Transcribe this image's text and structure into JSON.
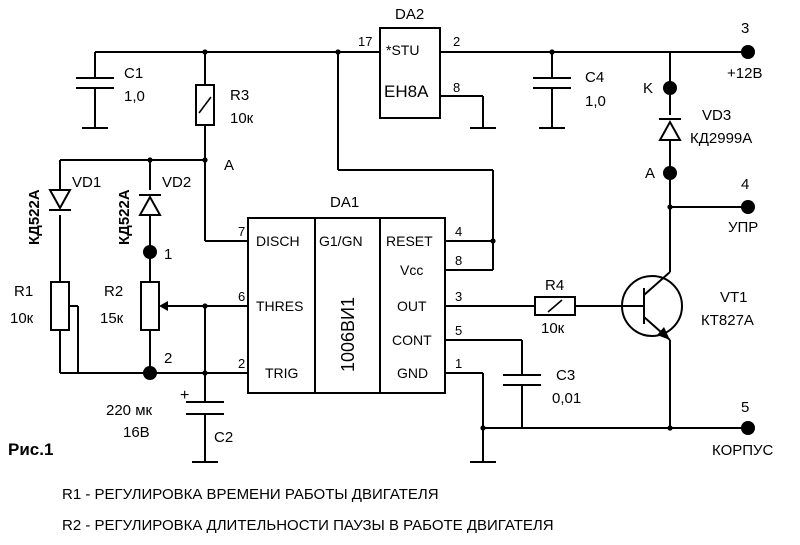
{
  "figure_caption": "Рис.1",
  "notes": [
    "R1 - РЕГУЛИРОВКА ВРЕМЕНИ РАБОТЫ ДВИГАТЕЛЯ",
    "R2 - РЕГУЛИРОВКА ДЛИТЕЛЬНОСТИ ПАУЗЫ В РАБОТЕ ДВИГАТЕЛЯ"
  ],
  "components": {
    "c1": {
      "ref": "C1",
      "value": "1,0"
    },
    "r3": {
      "ref": "R3",
      "value": "10к"
    },
    "c4": {
      "ref": "C4",
      "value": "1,0"
    },
    "vd1": {
      "ref": "VD1",
      "type": "КД522А"
    },
    "vd2": {
      "ref": "VD2",
      "type": "КД522А"
    },
    "vd3": {
      "ref": "VD3",
      "type": "КД2999А"
    },
    "r1": {
      "ref": "R1",
      "value": "10к"
    },
    "r2": {
      "ref": "R2",
      "value": "15к"
    },
    "c2": {
      "ref": "C2",
      "value": "220 мк",
      "voltage": "16В",
      "polarity": "+"
    },
    "r4": {
      "ref": "R4",
      "value": "10к"
    },
    "c3": {
      "ref": "C3",
      "value": "0,01"
    },
    "vt1": {
      "ref": "VT1",
      "type": "КТ827А"
    },
    "da2": {
      "ref": "DA2",
      "line1": "*STU",
      "line2": "EH8A",
      "pin_in": "17",
      "pin_out": "2",
      "pin_gnd": "8"
    },
    "da1": {
      "ref": "DA1",
      "part": "1006ВИ1",
      "left_pins": [
        {
          "num": "7",
          "name": "DISCH"
        },
        {
          "num": "6",
          "name": "THRES"
        },
        {
          "num": "2",
          "name": "TRIG"
        }
      ],
      "center_label": "G1/GN",
      "right_pins": [
        {
          "num": "4",
          "name": "RESET"
        },
        {
          "num": "8",
          "name": "Vcc"
        },
        {
          "num": "3",
          "name": "OUT"
        },
        {
          "num": "5",
          "name": "CONT"
        },
        {
          "num": "1",
          "name": "GND"
        }
      ]
    }
  },
  "nodes": {
    "a_left": "A",
    "node1": "1",
    "node2": "2",
    "vd3_k": "K",
    "vd3_a": "A"
  },
  "terminals": {
    "t3": {
      "num": "3",
      "label": "+12В"
    },
    "t4": {
      "num": "4",
      "label": "УПР"
    },
    "t5": {
      "num": "5",
      "label": "КОРПУС"
    }
  },
  "colors": {
    "ink": "#000000",
    "paper": "#ffffff"
  }
}
